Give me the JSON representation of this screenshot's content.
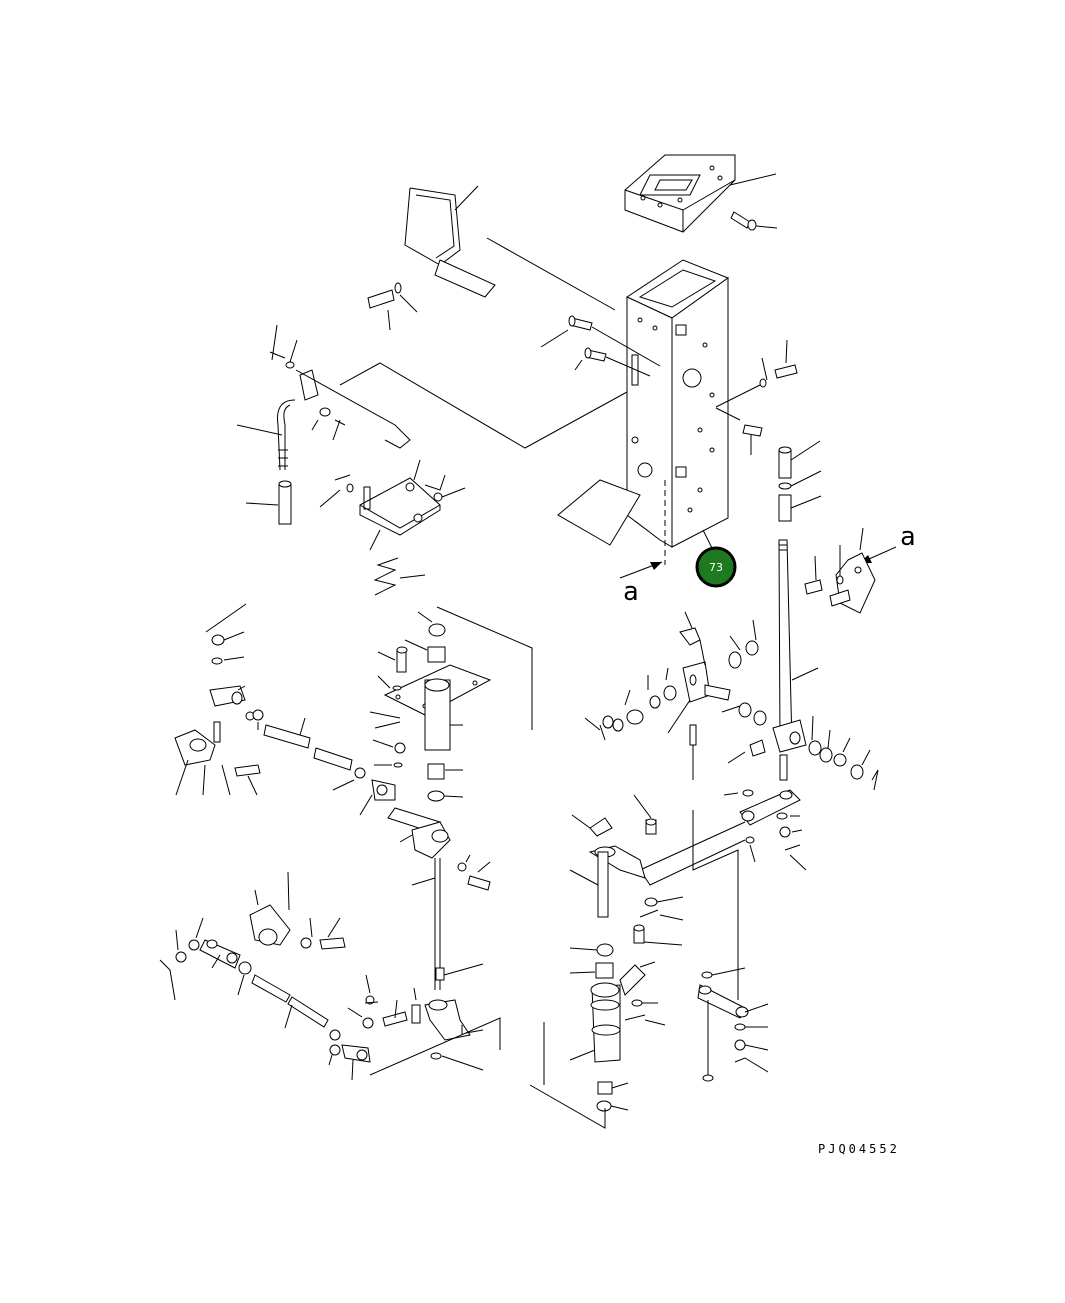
{
  "diagram": {
    "drawing_code": "PJQ04552",
    "section_labels": {
      "left": "a",
      "right": "a"
    },
    "callout": {
      "number": "73",
      "color": "#1e7a1e",
      "ring": "#000000"
    }
  }
}
